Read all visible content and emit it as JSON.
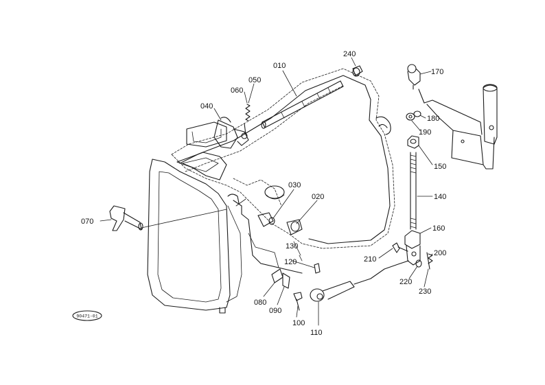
{
  "callouts": [
    {
      "id": "c010",
      "text": "010"
    },
    {
      "id": "c020",
      "text": "020"
    },
    {
      "id": "c030",
      "text": "030"
    },
    {
      "id": "c040",
      "text": "040"
    },
    {
      "id": "c050",
      "text": "050"
    },
    {
      "id": "c060",
      "text": "060"
    },
    {
      "id": "c070",
      "text": "070"
    },
    {
      "id": "c080",
      "text": "080"
    },
    {
      "id": "c090",
      "text": "090"
    },
    {
      "id": "c100",
      "text": "100"
    },
    {
      "id": "c110",
      "text": "110"
    },
    {
      "id": "c120",
      "text": "120"
    },
    {
      "id": "c130",
      "text": "130"
    },
    {
      "id": "c140",
      "text": "140"
    },
    {
      "id": "c150",
      "text": "150"
    },
    {
      "id": "c160",
      "text": "160"
    },
    {
      "id": "c170",
      "text": "170"
    },
    {
      "id": "c180",
      "text": "180"
    },
    {
      "id": "c190",
      "text": "190"
    },
    {
      "id": "c200",
      "text": "200"
    },
    {
      "id": "c210",
      "text": "210"
    },
    {
      "id": "c220",
      "text": "220"
    },
    {
      "id": "c230",
      "text": "230"
    },
    {
      "id": "c240",
      "text": "240"
    }
  ],
  "stamp": {
    "text": "90471-01"
  }
}
